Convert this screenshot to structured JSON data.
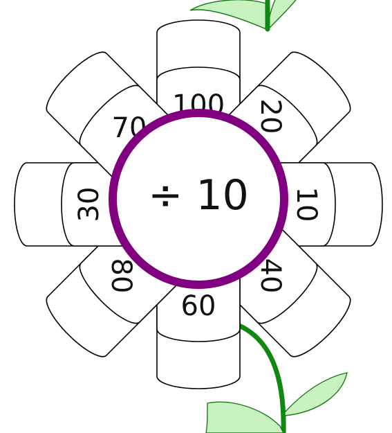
{
  "flower": {
    "centre_label": "÷ 10",
    "petals": [
      {
        "id": "top",
        "value": "100"
      },
      {
        "id": "top-right",
        "value": "20"
      },
      {
        "id": "right",
        "value": "10"
      },
      {
        "id": "bottom-right",
        "value": "40"
      },
      {
        "id": "bottom",
        "value": "60"
      },
      {
        "id": "bottom-left",
        "value": "80"
      },
      {
        "id": "left",
        "value": "30"
      },
      {
        "id": "top-left",
        "value": "70"
      }
    ]
  },
  "colors": {
    "ring": "#800080",
    "stem": "#118811",
    "leaf_fill": "#c8f2c0",
    "leaf_stroke": "#1a7a1a",
    "petal_stroke": "#000000",
    "text": "#111111"
  },
  "footer_text": ""
}
